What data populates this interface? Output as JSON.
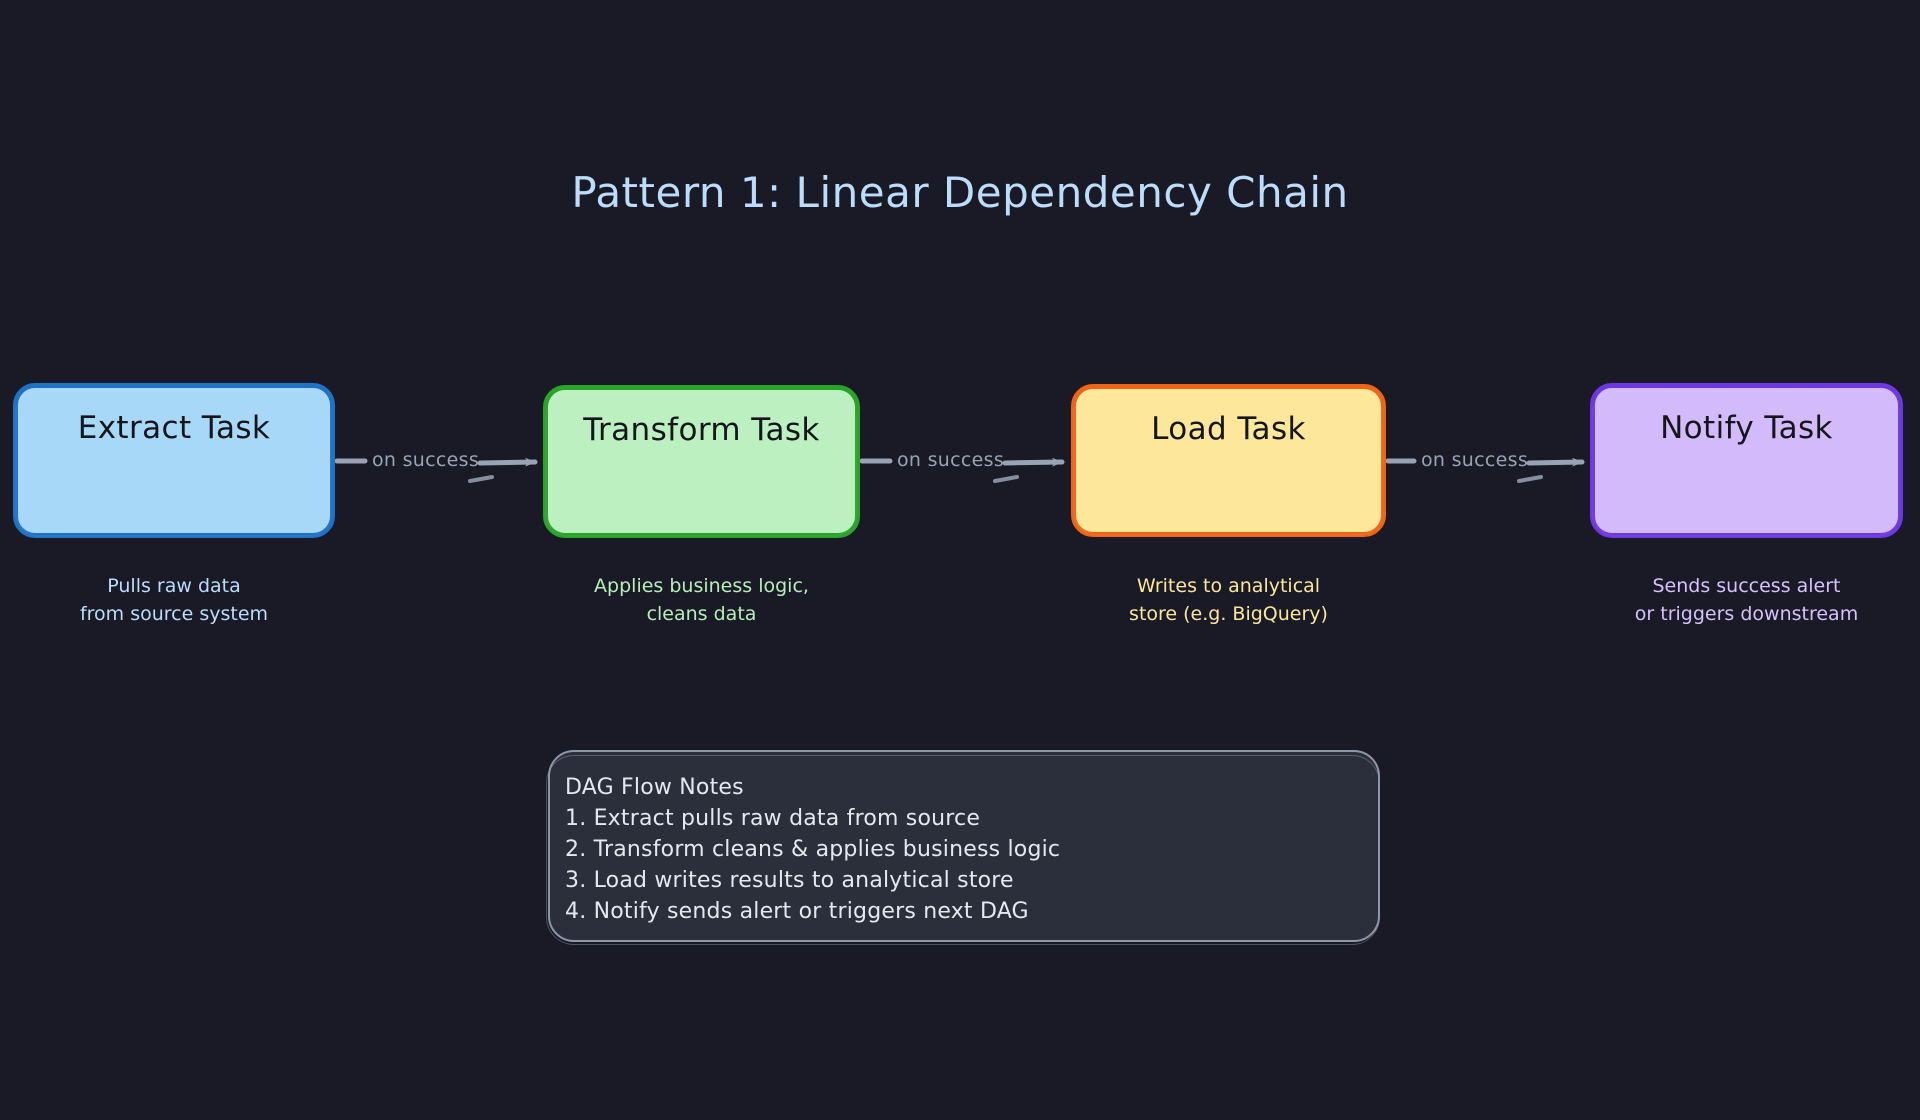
{
  "diagram": {
    "title": "Pattern 1: Linear Dependency Chain",
    "background_color": "#191a26"
  },
  "nodes": [
    {
      "id": "extract",
      "label": "Extract Task",
      "caption": "Pulls raw data\nfrom source system",
      "fill_color": "#a8d8f8",
      "border_color": "#1f72c4",
      "text_color": "#15161c",
      "caption_color": "#bcdcfb"
    },
    {
      "id": "transform",
      "label": "Transform Task",
      "caption": "Applies business logic,\ncleans data",
      "fill_color": "#bdf0c0",
      "border_color": "#29a429",
      "text_color": "#15161c",
      "caption_color": "#b7eeba"
    },
    {
      "id": "load",
      "label": "Load Task",
      "caption": "Writes to analytical\nstore (e.g. BigQuery)",
      "fill_color": "#fce79a",
      "border_color": "#f06418",
      "text_color": "#15161c",
      "caption_color": "#fae79e"
    },
    {
      "id": "notify",
      "label": "Notify Task",
      "caption": "Sends success alert\nor triggers downstream",
      "fill_color": "#d3bbfb",
      "border_color": "#6d38e0",
      "text_color": "#15161c",
      "caption_color": "#d6c2fb"
    }
  ],
  "edges": [
    {
      "id": "extract-to-transform",
      "label": "on success",
      "color": "#9aa3b4"
    },
    {
      "id": "transform-to-load",
      "label": "on success",
      "color": "#9aa3b4"
    },
    {
      "id": "load-to-notify",
      "label": "on success",
      "color": "#9aa3b4"
    }
  ],
  "notes": {
    "title": "DAG Flow Notes",
    "lines": [
      "1. Extract pulls raw data from source",
      "2. Transform cleans & applies business logic",
      "3. Load writes results to analytical store",
      "4. Notify sends alert or triggers next DAG"
    ],
    "fill_color": "#2b2f3b",
    "border_color": "#8e97a6",
    "text_color": "#e4e8f0"
  }
}
